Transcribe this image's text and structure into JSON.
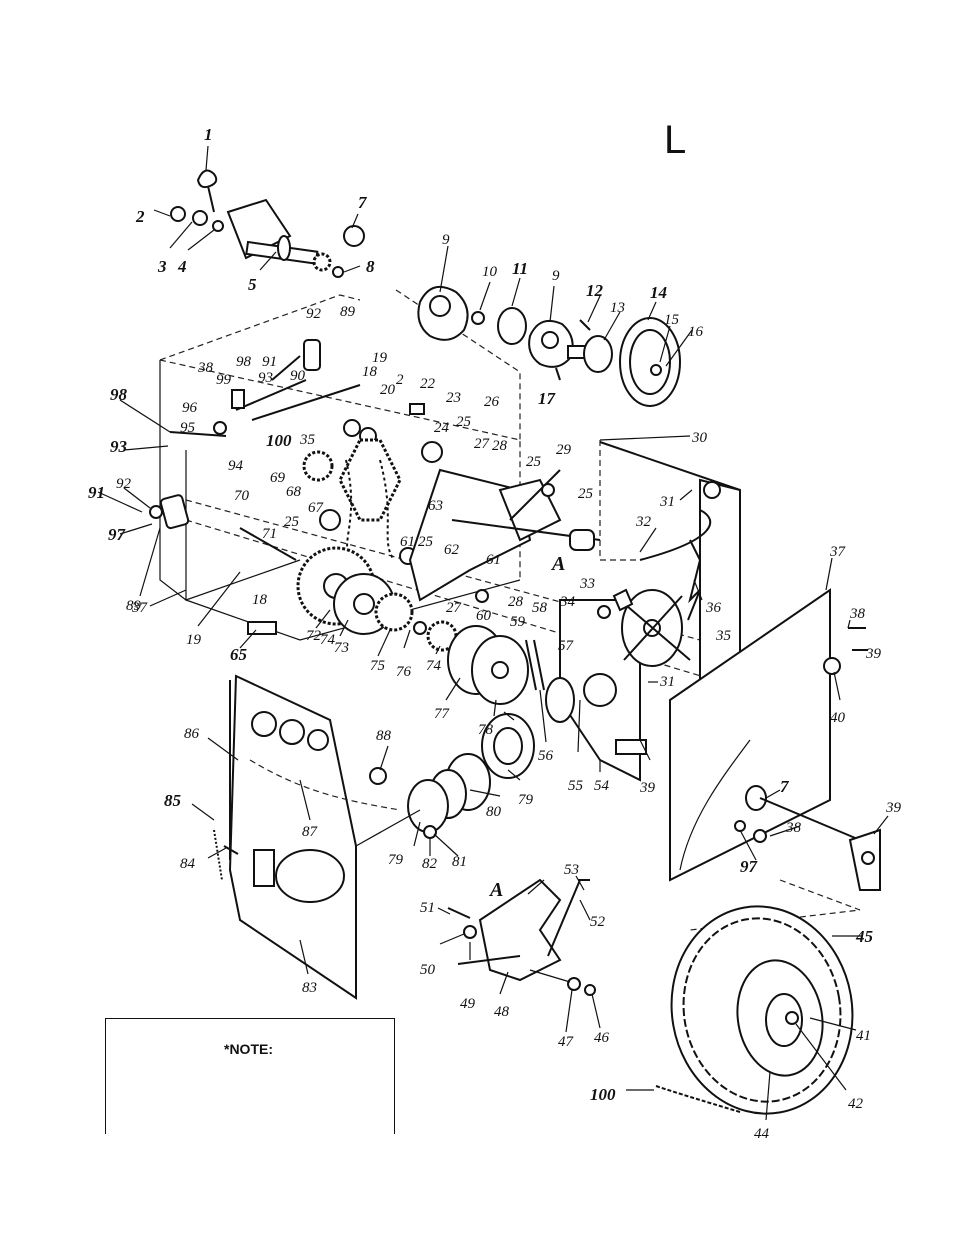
{
  "page": {
    "letter": "L"
  },
  "note": {
    "label": "*NOTE:"
  },
  "reference_letters": [
    "A",
    "A"
  ],
  "callouts": [
    "1",
    "2",
    "3",
    "4",
    "5",
    "7",
    "8",
    "9",
    "10",
    "11",
    "9",
    "12",
    "13",
    "14",
    "15",
    "16",
    "17",
    "92",
    "89",
    "91",
    "90",
    "98",
    "93",
    "38",
    "99",
    "19",
    "18",
    "2",
    "20",
    "22",
    "23",
    "24",
    "25",
    "26",
    "27",
    "28",
    "29",
    "25",
    "25",
    "30",
    "31",
    "32",
    "96",
    "95",
    "98",
    "93",
    "100",
    "35",
    "94",
    "69",
    "68",
    "67",
    "25",
    "70",
    "91",
    "92",
    "97",
    "89",
    "71",
    "37",
    "18",
    "19",
    "65",
    "72",
    "73",
    "74",
    "75",
    "76",
    "74",
    "61",
    "25",
    "62",
    "63",
    "61",
    "27",
    "28",
    "60",
    "58",
    "59",
    "57",
    "33",
    "34",
    "35",
    "36",
    "37",
    "38",
    "39",
    "40",
    "31",
    "77",
    "78",
    "79",
    "56",
    "55",
    "54",
    "39",
    "86",
    "88",
    "85",
    "87",
    "84",
    "79",
    "80",
    "82",
    "81",
    "83",
    "7",
    "97",
    "38",
    "39",
    "51",
    "53",
    "52",
    "50",
    "49",
    "48",
    "47",
    "46",
    "45",
    "41",
    "42",
    "44",
    "100"
  ]
}
